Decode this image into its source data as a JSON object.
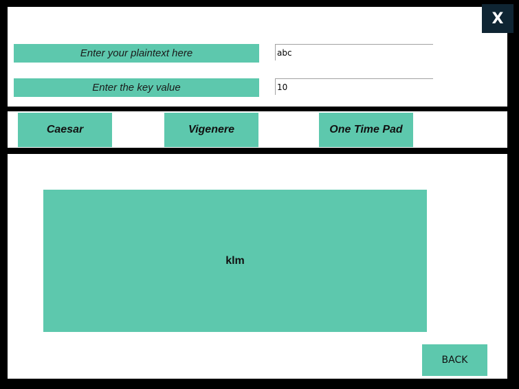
{
  "window": {
    "close_label": "X"
  },
  "input_panel": {
    "plaintext_label": "Enter your plaintext here",
    "plaintext_value": "abc",
    "key_label": "Enter the key value",
    "key_value": "10"
  },
  "cipher_buttons": {
    "caesar": "Caesar",
    "vigenere": "Vigenere",
    "one_time_pad": "One Time Pad"
  },
  "output": {
    "result": "klm"
  },
  "navigation": {
    "back_label": "BACK"
  },
  "colors": {
    "accent": "#5dc8ad",
    "close_button": "#0f2533",
    "frame": "#000000",
    "panel": "#ffffff"
  },
  "icons": {
    "close": "close-icon"
  }
}
